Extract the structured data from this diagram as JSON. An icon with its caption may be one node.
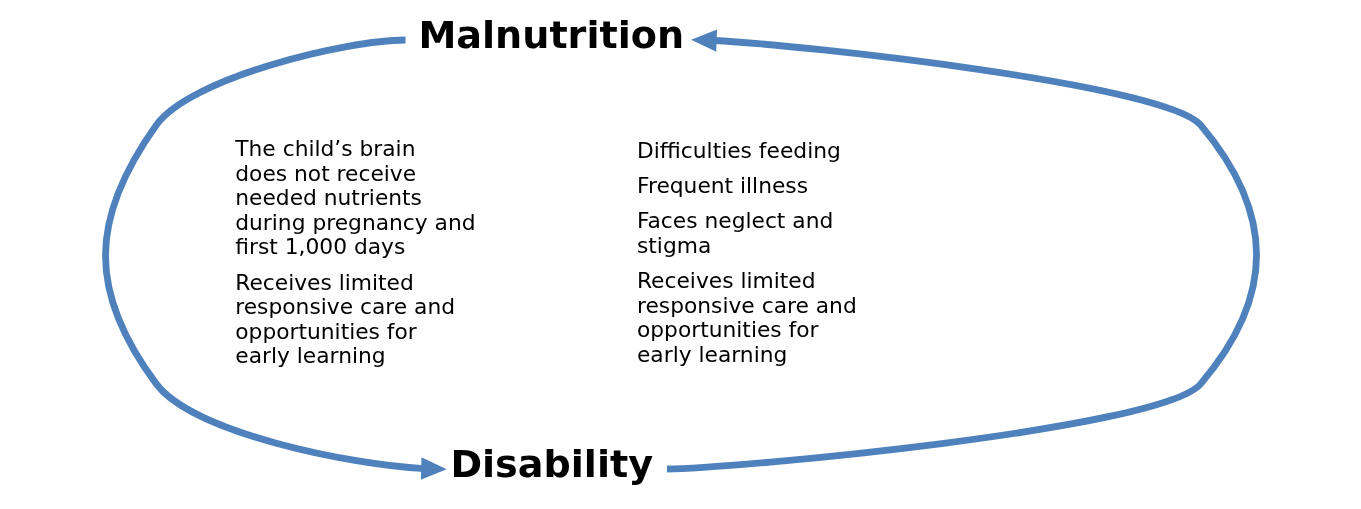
{
  "diagram": {
    "nodes": [
      {
        "text": [
          "Malnutrition"
        ]
      },
      {
        "text": [
          "Disability"
        ]
      }
    ],
    "edges": [
      {
        "from": 0,
        "to": 1,
        "arrow": "to"
      },
      {
        "from": 1,
        "to": 0,
        "arrow": "to"
      }
    ],
    "labels": [
      "The child’s brain does not receive needed nutrients during pregnancy and first 1,000 days",
      "Receives limited responsive care and opportunities for early learning",
      "Difficulties feeding",
      "Frequent illness",
      "Faces neglect and stigma",
      "Receives limited responsive care and opportunities for early learning"
    ]
  }
}
